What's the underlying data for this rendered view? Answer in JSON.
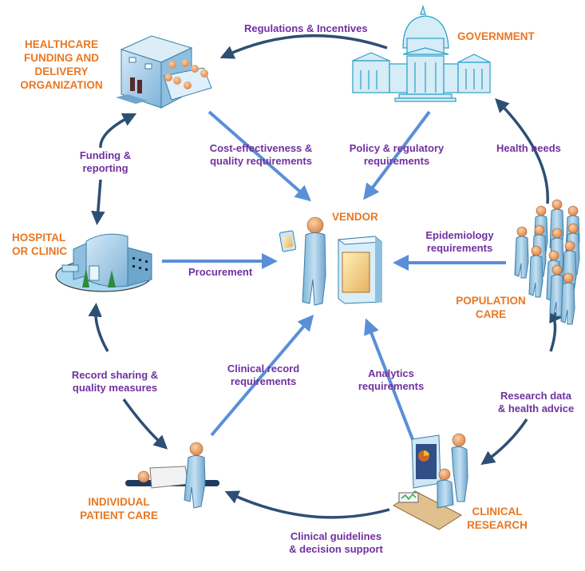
{
  "colors": {
    "node_label": "#e87722",
    "edge_label": "#7030a0",
    "arrow_dark": "#2e4f74",
    "arrow_light": "#5a8fd8",
    "icon_fill": "#a9cde6",
    "icon_stroke": "#3b7fa8",
    "skin": "#e8a36a"
  },
  "nodes": {
    "healthcare_org": {
      "label": "HEALTHCARE\nFUNDING AND\nDELIVERY\nORGANIZATION",
      "icon": "office-building-meeting-icon"
    },
    "government": {
      "label": "GOVERNMENT",
      "icon": "capitol-building-icon"
    },
    "hospital": {
      "label": "HOSPITAL\nOR CLINIC",
      "icon": "hospital-building-icon"
    },
    "vendor": {
      "label": "VENDOR",
      "icon": "vendor-person-server-icon"
    },
    "population": {
      "label": "POPULATION\nCARE",
      "icon": "crowd-icon"
    },
    "patient": {
      "label": "INDIVIDUAL\nPATIENT CARE",
      "icon": "patient-doctor-icon"
    },
    "research": {
      "label": "CLINICAL\nRESEARCH",
      "icon": "researchers-computer-icon"
    }
  },
  "edges": {
    "regulations": {
      "label": "Regulations & Incentives",
      "from": "government",
      "to": "healthcare_org"
    },
    "funding": {
      "label": "Funding &\nreporting",
      "from": "hospital",
      "to": "healthcare_org",
      "bidirectional": true
    },
    "cost": {
      "label": "Cost-effectiveness &\nquality requirements",
      "from": "healthcare_org",
      "to": "vendor"
    },
    "policy": {
      "label": "Policy & regulatory\nrequirements",
      "from": "government",
      "to": "vendor"
    },
    "health_needs": {
      "label": "Health needs",
      "from": "population",
      "to": "government"
    },
    "procurement": {
      "label": "Procurement",
      "from": "hospital",
      "to": "vendor"
    },
    "epidemiology": {
      "label": "Epidemiology\nrequirements",
      "from": "population",
      "to": "vendor"
    },
    "record_sharing": {
      "label": "Record sharing &\nquality measures",
      "from": "patient",
      "to": "hospital",
      "bidirectional": true
    },
    "clinical_record": {
      "label": "Clinical record\nrequirements",
      "from": "patient",
      "to": "vendor"
    },
    "analytics": {
      "label": "Analytics\nrequirements",
      "from": "research",
      "to": "vendor"
    },
    "research_data": {
      "label": "Research data\n& health advice",
      "from": "population",
      "to": "research",
      "bidirectional": true
    },
    "guidelines": {
      "label": "Clinical guidelines\n& decision support",
      "from": "research",
      "to": "patient"
    }
  }
}
